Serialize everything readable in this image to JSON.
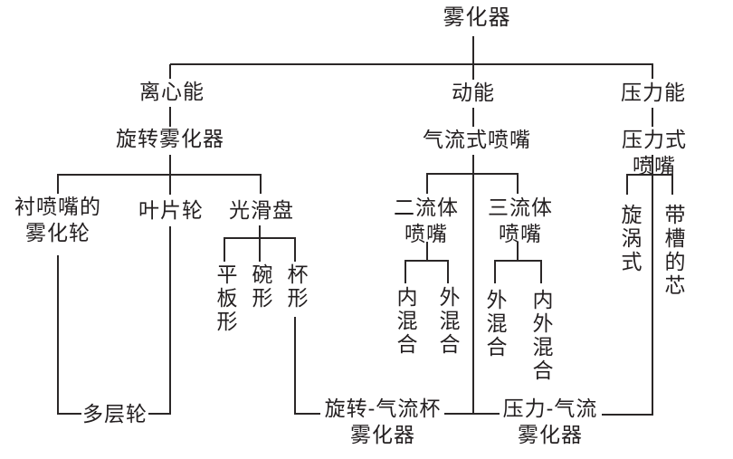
{
  "colors": {
    "background": "#ffffff",
    "line": "#2b2727",
    "text": "#231f20"
  },
  "diagram": {
    "root": "雾化器",
    "branches": {
      "centrifugal": {
        "energy": "离心能",
        "type": "旋转雾化器",
        "children": {
          "lined_wheel": "衬喷嘴的\n雾化轮",
          "vane_wheel": "叶片轮",
          "smooth_disc": "光滑盘",
          "multi_layer_wheel": "多层轮"
        },
        "disc_shapes": {
          "flat_plate": "平板形",
          "bowl": "碗形",
          "cup": "杯形"
        }
      },
      "kinetic": {
        "energy": "动能",
        "type": "气流式喷嘴",
        "children": {
          "two_fluid": "二流体\n喷嘴",
          "three_fluid": "三流体\n喷嘴"
        },
        "two_fluid_mix": {
          "internal": "内混合",
          "external": "外混合"
        },
        "three_fluid_mix": {
          "external": "外混合",
          "internal_external": "内外混合"
        }
      },
      "pressure": {
        "energy": "压力能",
        "type": "压力式喷嘴",
        "children": {
          "swirl": "旋涡式",
          "grooved_core": "带槽的芯"
        }
      }
    },
    "hybrids": {
      "rotary_airflow_cup": "旋转-气流杯\n雾化器",
      "pressure_airflow": "压力-气流\n雾化器"
    }
  }
}
